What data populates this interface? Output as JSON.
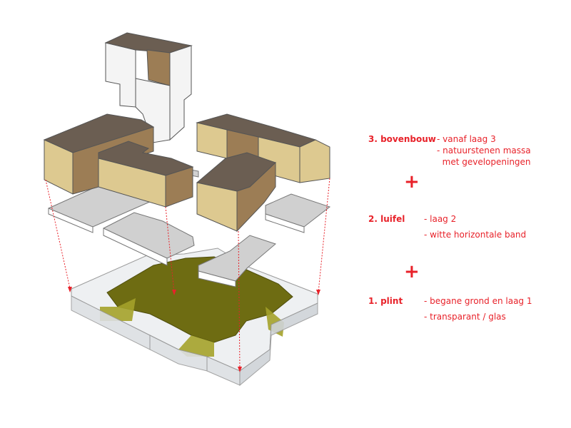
{
  "colors": {
    "accent": "#e8222a",
    "stone_top": "#6b5e52",
    "stone_front": "#ddc990",
    "stone_side": "#9c7d55",
    "band_top": "#d0d0d0",
    "band_front": "#ffffff",
    "glass": "#eef0f2",
    "plinth_fill": "#6e6c12"
  },
  "legend": {
    "layers": [
      {
        "title": "3. bovenbouw",
        "notes": [
          "- vanaf laag 3",
          "- natuurstenen massa",
          "  met gevelopeningen"
        ]
      },
      {
        "title": "2. luifel",
        "notes": [
          "- laag 2",
          "- witte horizontale band"
        ]
      },
      {
        "title": "1. plint",
        "notes": [
          "- begane grond en laag 1",
          "- transparant / glas"
        ]
      }
    ],
    "separator": "+"
  }
}
